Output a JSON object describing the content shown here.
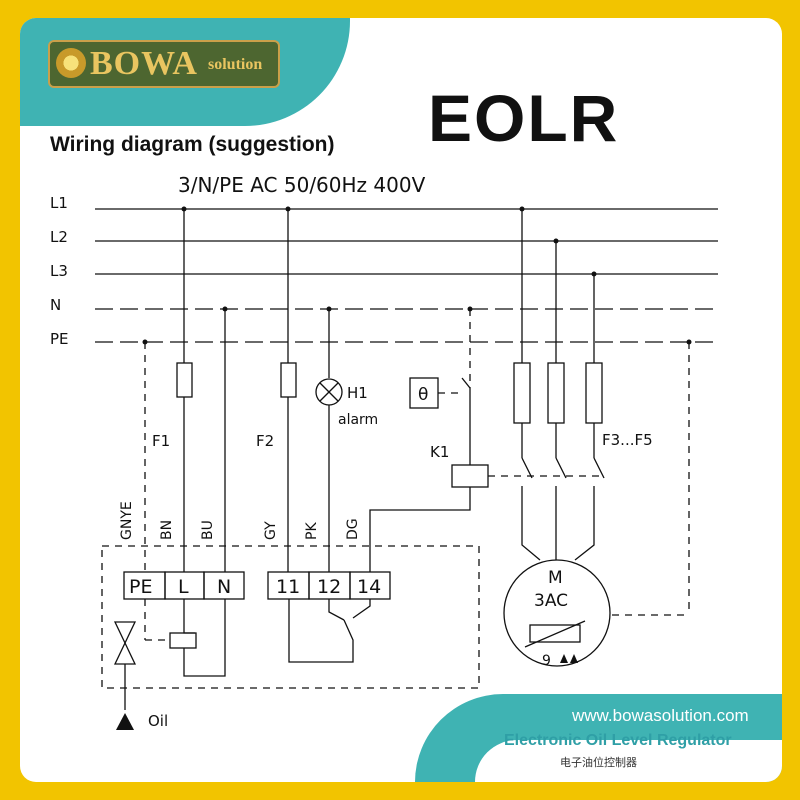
{
  "brand": {
    "name": "BOWA",
    "tagline": "solution"
  },
  "product_code": "EOLR",
  "subtitle": "Wiring diagram (suggestion)",
  "supply": "3/N/PE AC 50/60Hz 400V",
  "buses": {
    "l1": "L1",
    "l2": "L2",
    "l3": "L3",
    "n": "N",
    "pe": "PE"
  },
  "fuses": {
    "f1": "F1",
    "f2": "F2",
    "f3f5": "F3...F5"
  },
  "lamp": {
    "id": "H1",
    "label": "alarm"
  },
  "thermostat": "θ",
  "contactor": "K1",
  "wire_colors": {
    "gnye": "GNYE",
    "bn": "BN",
    "bu": "BU",
    "gy": "GY",
    "pk": "PK",
    "dg": "DG"
  },
  "terminals": {
    "pe": "PE",
    "l": "L",
    "n": "N",
    "t11": "11",
    "t12": "12",
    "t14": "14"
  },
  "motor": {
    "m": "M",
    "type": "3AC",
    "sensor": "9"
  },
  "oil": "Oil",
  "website": "www.bowasolution.com",
  "footer_en": "Electronic Oil Level Regulator",
  "footer_cn": "电子油位控制器"
}
